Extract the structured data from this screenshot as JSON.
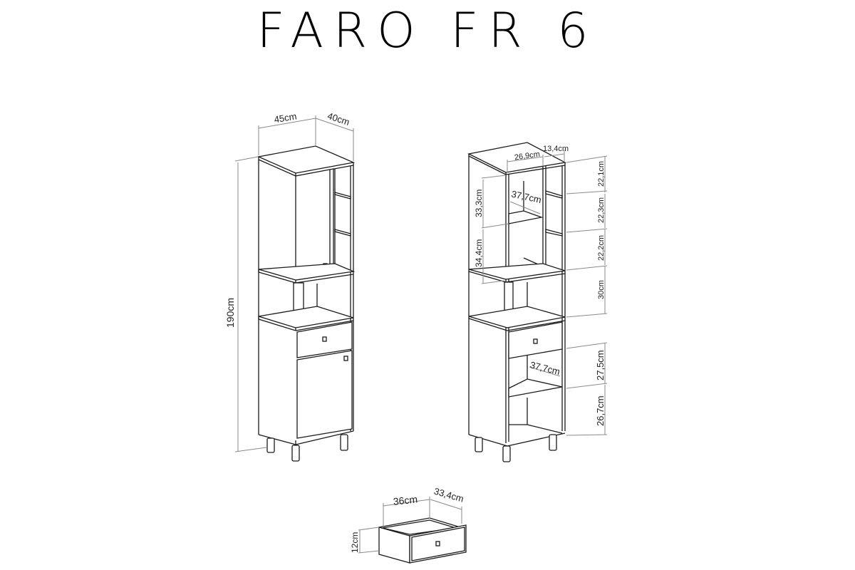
{
  "title": "FARO FR 6",
  "front_view": {
    "width_label": "45cm",
    "depth_label": "40cm",
    "height_label": "190cm"
  },
  "open_view": {
    "top_width_label": "26,9cm",
    "top_side_label": "13,4cm",
    "upper_depth_label": "37,7cm",
    "upper_left_heights": [
      "33,3cm",
      "34,4cm"
    ],
    "right_heights": [
      "22,1cm",
      "22,3cm",
      "22,2cm",
      "30cm",
      "27,5cm",
      "26,7cm"
    ],
    "lower_depth_label": "37,7cm"
  },
  "drawer": {
    "width_label": "36cm",
    "depth_label": "33,4cm",
    "height_label": "12cm"
  }
}
